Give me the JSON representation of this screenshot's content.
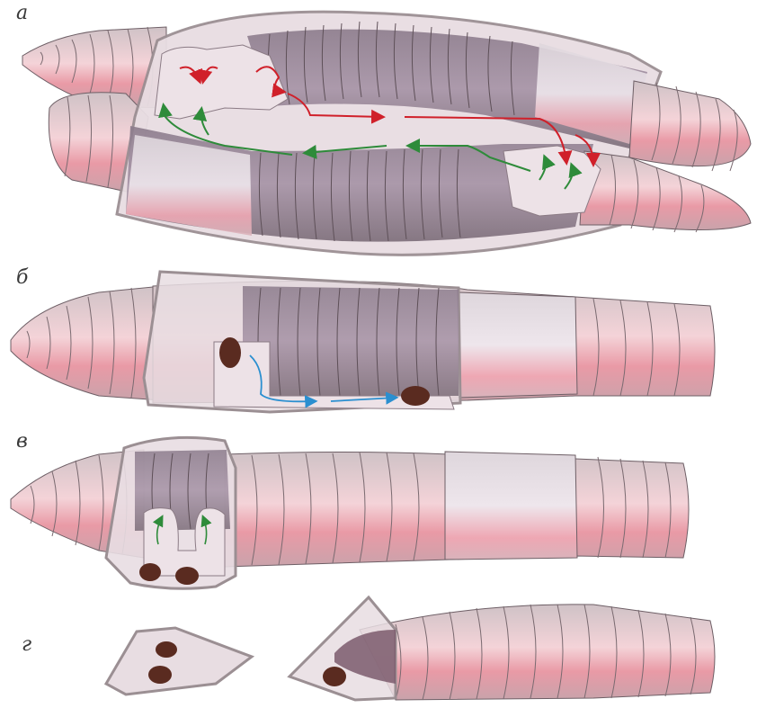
{
  "panels": [
    {
      "id": "a",
      "label": "а"
    },
    {
      "id": "b",
      "label": "б"
    },
    {
      "id": "v",
      "label": "в"
    },
    {
      "id": "g",
      "label": "г"
    }
  ],
  "colors": {
    "segment_light": "#f2c7cd",
    "segment_pink": "#e9a4ae",
    "segment_mauve": "#a08898",
    "cocoon": "#e8dde2",
    "cocoon_edge": "#9b8f93",
    "egg": "#5a2b20",
    "arrow_red": "#d0202a",
    "arrow_green": "#2e8b3a",
    "arrow_blue": "#2a8fd0"
  }
}
